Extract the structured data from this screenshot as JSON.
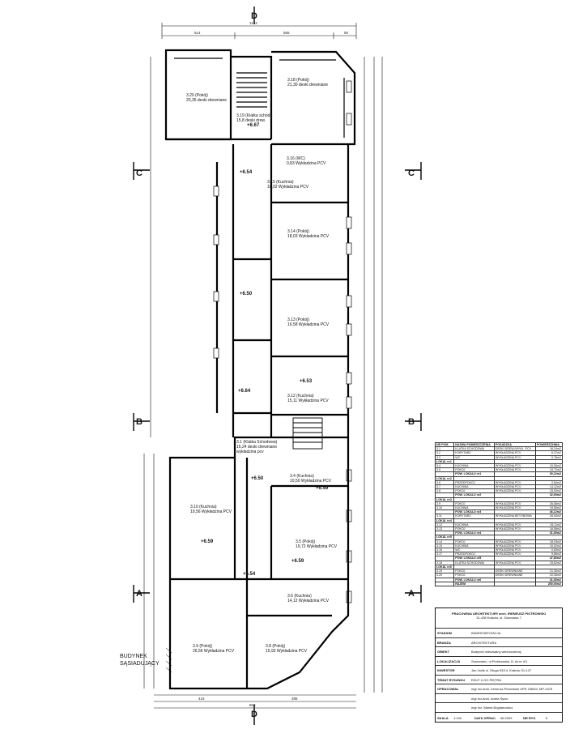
{
  "sections": {
    "a_left": "A",
    "a_right": "A",
    "b_left": "B",
    "b_right": "B",
    "c_left": "C",
    "c_right": "C",
    "d_top": "D",
    "d_bottom": "D"
  },
  "neighbor_label": "BUDYNEK\nSĄSIADUJĄCY",
  "top_dims": {
    "total": "1123",
    "left": "514",
    "right": "565",
    "edge": "50"
  },
  "bottom_dims": {
    "total": "803",
    "left": "415",
    "right": "385"
  },
  "levels": [
    "+6.67",
    "+6.54",
    "+6.50",
    "+6.53",
    "+6.59",
    "+6.59",
    "+6.64",
    "+6.50",
    "+6.59",
    "+6.54"
  ],
  "rooms": [
    {
      "id": "r320",
      "text": "3.20 (Pokój)\n20,35 deski drewniane"
    },
    {
      "id": "r318",
      "text": "3.18 (Pokój)\n21,30 deski drewniane"
    },
    {
      "id": "r319",
      "text": "3.19 (Klatka schod.)\n15,8 deski drew."
    },
    {
      "id": "r316",
      "text": "3.16 (WC)\n0,83 Wykładzina PCV"
    },
    {
      "id": "r315",
      "text": "3.15 (Kuchnia)\n10,02 Wykładzina PCV"
    },
    {
      "id": "r314",
      "text": "3.14 (Pokój)\n18,03 Wykładzina PCV"
    },
    {
      "id": "r313",
      "text": "3.13 (Pokój)\n16,58 Wykładzina PCV"
    },
    {
      "id": "r312",
      "text": "3.12 (Kuchnia)\n15,11 Wykładzina PCV"
    },
    {
      "id": "r31",
      "text": "3.1 (Klatka Schodowa)\n16,24 deski drewniane\nwykładzina pcv"
    },
    {
      "id": "r34",
      "text": "3.4 (Kuchnia)\n10,50 Wykładzina PCV"
    },
    {
      "id": "r310",
      "text": "3.10 (Kuchnia)\n19,56 Wykładzina PCV"
    },
    {
      "id": "r35",
      "text": "3.5 (Pokój)\n19,72 Wykładzina PCV"
    },
    {
      "id": "r36",
      "text": "3.6 (Kuchnia)\n14,12 Wykładzina PCV"
    },
    {
      "id": "r39",
      "text": "3.9 (Pokój)\n26,56 Wykładzina PCV"
    },
    {
      "id": "r38",
      "text": "3.8 (Pokój)\n15,93 Wykładzina PCV"
    }
  ],
  "room_table": {
    "headers": [
      "NR POM.",
      "NAZWA POMIESZCZENIA",
      "POSADZKA",
      "POWIERZCHNIA"
    ],
    "rows": [
      {
        "t": "r",
        "c": [
          "3.1",
          "KLATKA SCHODOWA",
          "DESKI DREW./WYKŁ. PCV",
          "16,24m2"
        ]
      },
      {
        "t": "r",
        "c": [
          "3.2",
          "KORYTARZ",
          "WYKŁADZINA PCV",
          "6,37m2"
        ]
      },
      {
        "t": "r",
        "c": [
          "3.3",
          "WC",
          "WYKŁADZINA PCV",
          "0,78m2"
        ]
      },
      {
        "t": "h",
        "c": [
          "LOKAL nr1",
          "",
          "",
          ""
        ]
      },
      {
        "t": "r",
        "c": [
          "3.4",
          "KUCHNIA",
          "WYKŁADZINA PCV",
          "10,50m2"
        ]
      },
      {
        "t": "r",
        "c": [
          "3.5",
          "POKÓJ",
          "WYKŁADZINA PCV",
          "19,72m2"
        ]
      },
      {
        "t": "s",
        "c": [
          "",
          "POW. LOKALU nr1",
          "",
          "30,22m2"
        ]
      },
      {
        "t": "h",
        "c": [
          "LOKAL nr2",
          "",
          "",
          ""
        ]
      },
      {
        "t": "r",
        "c": [
          "3.6",
          "PRZEDPOKÓJ",
          "WYKŁADZINA PCV",
          "2,64m2"
        ]
      },
      {
        "t": "r",
        "c": [
          "3.7",
          "KUCHNIA",
          "WYKŁADZINA PCV",
          "14,12m2"
        ]
      },
      {
        "t": "r",
        "c": [
          "3.8",
          "POKÓJ",
          "WYKŁADZINA PCV",
          "15,93m2"
        ]
      },
      {
        "t": "s",
        "c": [
          "",
          "POW. LOKALU nr2",
          "",
          "32,69m2"
        ]
      },
      {
        "t": "h",
        "c": [
          "LOKAL nr3",
          "",
          "",
          ""
        ]
      },
      {
        "t": "r",
        "c": [
          "3.9",
          "POKÓJ",
          "WYKŁADZINA PCV",
          "26,56m2"
        ]
      },
      {
        "t": "r",
        "c": [
          "3.10",
          "KUCHNIA",
          "WYKŁADZINA PCV",
          "19,56m2"
        ]
      },
      {
        "t": "s",
        "c": [
          "",
          "POW. LOKALU nr3",
          "",
          "46,12m2"
        ]
      },
      {
        "t": "r",
        "c": [
          "3.11",
          "KORYTARZ",
          "WYKŁADZINA BETONOWA",
          "26,54m2"
        ]
      },
      {
        "t": "h",
        "c": [
          "LOKAL nr4",
          "",
          "",
          ""
        ]
      },
      {
        "t": "r",
        "c": [
          "3.12",
          "KUCHNIA",
          "WYKŁADZINA PCV",
          "15,11m2"
        ]
      },
      {
        "t": "r",
        "c": [
          "3.13",
          "POKÓJ",
          "WYKŁADZINA PCV",
          "16,58m2"
        ]
      },
      {
        "t": "s",
        "c": [
          "",
          "POW. LOKALU nr4",
          "",
          "31,69m2"
        ]
      },
      {
        "t": "h",
        "c": [
          "LOKAL nr5",
          "",
          "",
          ""
        ]
      },
      {
        "t": "r",
        "c": [
          "3.14",
          "POKÓJ",
          "WYKŁADZINA PCV",
          "18,03m2"
        ]
      },
      {
        "t": "r",
        "c": [
          "3.15",
          "KUCHNIA",
          "WYKŁADZINA PCV",
          "10,02m2"
        ]
      },
      {
        "t": "r",
        "c": [
          "3.16",
          "WC",
          "WYKŁADZINA PCV",
          "0,83m2"
        ]
      },
      {
        "t": "r",
        "c": [
          "3.17",
          "PRZEDPOKÓJ",
          "WYKŁADZINA PCV",
          "9,66m2"
        ]
      },
      {
        "t": "s",
        "c": [
          "",
          "POW. LOKALU nr5",
          "",
          "47,83m2"
        ]
      },
      {
        "t": "r",
        "c": [
          "3.18",
          "KLATKA SCHODOWA",
          "WYKŁADZINA PCV",
          "15,62m2"
        ]
      },
      {
        "t": "h",
        "c": [
          "LOKAL nr6",
          "",
          "",
          ""
        ]
      },
      {
        "t": "r",
        "c": [
          "3.19",
          "POKÓJ",
          "DESKI DREWNIANE",
          "21,30m2"
        ]
      },
      {
        "t": "r",
        "c": [
          "3.20",
          "POKÓJ",
          "DESKI DREWNIANE",
          "20,35m2"
        ]
      },
      {
        "t": "s",
        "c": [
          "",
          "POW. LOKALU nr6",
          "",
          "41,65m2"
        ]
      },
      {
        "t": "s",
        "c": [
          "",
          "RAZEM",
          "",
          "250,00m2"
        ]
      }
    ]
  },
  "title_block": {
    "office": "PRACOWNIA ARCHITEKTURY arch. IRENEUSZ PIOTROWSKI",
    "address": "31-438 Kraków, ul. Żukowska 7",
    "rows": [
      {
        "k": "STADIUM",
        "v": "INWENTARYZACJA"
      },
      {
        "k": "BRANŻA",
        "v": "ARCHITEKTURA"
      },
      {
        "k": "OBIEKT",
        "v": "Budynek mieszkalny wielorodzinny"
      },
      {
        "k": "LOKALIZACJA",
        "v": "Sosnowiec, ul.Piotrkowska 11 dz.nr 4/1"
      },
      {
        "k": "INWESTOR",
        "v": "Jan Janik ul. Długa 53/14, Kraków 31-147"
      },
      {
        "k": "TEMAT RYSUNKU",
        "v": "RZUT 2-GO PIĘTRA"
      },
      {
        "k": "OPRACOWAŁ",
        "v": "mgr inż.arch. Ireneusz Piotrowski  UPR 236/64, MP-0475"
      },
      {
        "k": "",
        "v": "mgr inż.arch. Aneta Sycio"
      },
      {
        "k": "",
        "v": "mgr inż. Marek Bogdanowicz"
      }
    ],
    "footer": {
      "scale_k": "SKALA",
      "scale": "1:100",
      "date_k": "DATA OPRAC.",
      "date": "08.2009",
      "nr_k": "NR RYS.",
      "nr": "5"
    }
  }
}
